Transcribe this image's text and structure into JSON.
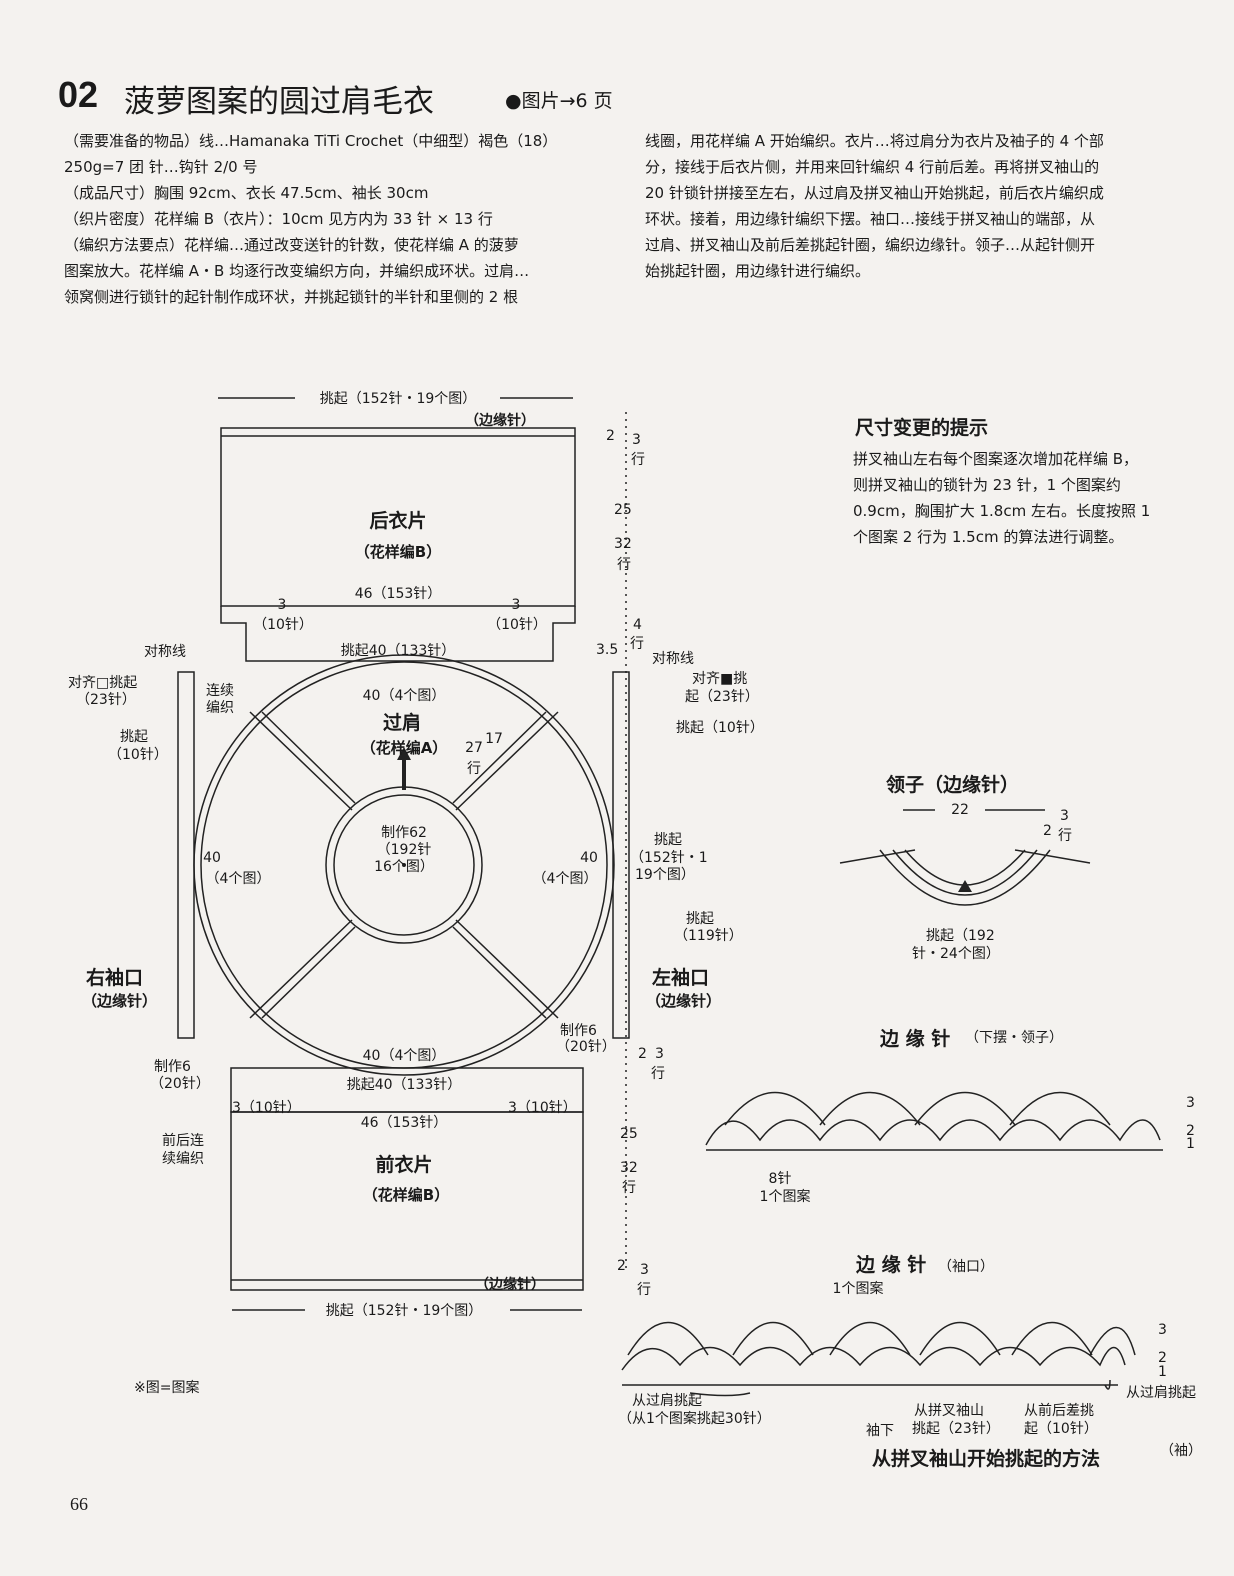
{
  "header": {
    "number": "02",
    "title": "菠萝图案的圆过肩毛衣",
    "ref": "●图片→6 页"
  },
  "intro": {
    "left": [
      "（需要准备的物品）线…Hamanaka TiTi Crochet（中细型）褐色（18）",
      "250g=7 团 针…钩针 2/0 号",
      "（成品尺寸）胸围 92cm、衣长 47.5cm、袖长 30cm",
      "（织片密度）花样编 B（衣片）：10cm 见方内为 33 针 × 13 行",
      "（编织方法要点）花样编…通过改变送针的针数，使花样编 A 的菠萝",
      "图案放大。花样编 A・B 均逐行改变编织方向，并编织成环状。过肩…",
      "领窝侧进行锁针的起针制作成环状，并挑起锁针的半针和里侧的 2 根"
    ],
    "right": [
      "线圈，用花样编 A 开始编织。衣片…将过肩分为衣片及袖子的 4 个部",
      "分，接线于后衣片侧，并用来回针编织 4 行前后差。再将拼叉袖山的",
      "20 针锁针拼接至左右，从过肩及拼叉袖山开始挑起，前后衣片编织成",
      "环状。接着，用边缘针编织下摆。袖口…接线于拼叉袖山的端部，从",
      "过肩、拼叉袖山及前后差挑起针圈，编织边缘针。领子…从起针侧开",
      "始挑起针圈，用边缘针进行编织。"
    ]
  },
  "diagram": {
    "top_pickup": "挑起（152针・19个图）",
    "back_edge": "（边缘针）",
    "back_title": "后衣片",
    "back_sub": "（花样编B）",
    "back_width": "46（153针）",
    "back_left_step": "3",
    "back_left_step_sts": "（10针）",
    "back_right_step": "3",
    "back_right_step_sts": "（10针）",
    "back_pickup": "挑起40（133针）",
    "yoke_top": "40（4个图）",
    "yoke_title": "过肩",
    "yoke_sub": "（花样编A）",
    "yoke_rows_num": "27",
    "yoke_rows_unit": "行",
    "yoke_depth": "17",
    "yoke_center_1": "制作62",
    "yoke_center_2": "（192针",
    "yoke_center_3": "16个图）",
    "yoke_left_1": "40",
    "yoke_left_2": "（4个图）",
    "yoke_right_1": "40",
    "yoke_right_2": "（4个图）",
    "yoke_bottom": "40（4个图）",
    "sym_left": "对称线",
    "align_left_1": "对齐□挑起",
    "align_left_2": "（23针）",
    "pick_left_1": "挑起",
    "pick_left_2": "（10针）",
    "cont_1": "连续",
    "cont_2": "编织",
    "right_cuff": "右袖口",
    "right_cuff_sub": "（边缘针）",
    "make6_left_1": "制作6",
    "make6_left_2": "（20针）",
    "sym_right": "对称线",
    "align_right_1": "对齐■挑",
    "align_right_2": "起（23针）",
    "pick_right": "挑起（10针）",
    "pick152_1": "挑起",
    "pick152_2": "（152针・1",
    "pick152_3": "19个图）",
    "pick119_1": "挑起",
    "pick119_2": "（119针）",
    "left_cuff": "左袖口",
    "left_cuff_sub": "（边缘针）",
    "make6_right_1": "制作6",
    "make6_right_2": "（20针）",
    "front_pickup": "挑起40（133针）",
    "front_left_step": "3（10针）",
    "front_right_step": "3（10针）",
    "front_width": "46（153针）",
    "front_cont_1": "前后连",
    "front_cont_2": "续编织",
    "front_title": "前衣片",
    "front_sub": "（花样编B）",
    "front_edge": "（边缘针）",
    "bottom_pickup": "挑起（152针・19个图）",
    "r_top_2": "2",
    "r_top_3": "3",
    "r_top_rows": "行",
    "r_25a": "25",
    "r_32a": "32",
    "r_32a_rows": "行",
    "r_4": "4",
    "r_4_rows": "行",
    "r_35": "3.5",
    "r_2b": "2",
    "r_3b": "3",
    "r_3b_rows": "行",
    "r_25b": "25",
    "r_32b": "32",
    "r_32b_rows": "行",
    "r_2c": "2",
    "r_3c": "3",
    "r_3c_rows": "行",
    "note": "※图=图案"
  },
  "tips": {
    "title": "尺寸变更的提示",
    "lines": [
      "拼叉袖山左右每个图案逐次增加花样编 B，",
      "则拼叉袖山的锁针为 23 针，1 个图案约",
      "0.9cm，胸围扩大 1.8cm 左右。长度按照 1",
      "个图案 2 行为 1.5cm 的算法进行调整。"
    ]
  },
  "collar": {
    "title": "领子（边缘针）",
    "width": "22",
    "rows_2": "2",
    "rows_3": "3",
    "rows_unit": "行",
    "pickup_1": "挑起（192",
    "pickup_2": "针・24个图）"
  },
  "edge1": {
    "title": "边 缘 针",
    "title_sub": "（下摆・领子）",
    "repeat_1": "8针",
    "repeat_2": "1个图案",
    "row3": "3",
    "row2": "2",
    "row1": "1"
  },
  "edge2": {
    "title": "边 缘 针",
    "title_sub": "（袖口）",
    "repeat": "1个图案",
    "row3": "3",
    "row2": "2",
    "row1": "1",
    "from_yoke_l1": "从过肩挑起",
    "from_yoke_l2": "（从1个图案挑起30针）",
    "underarm": "袖下",
    "gusset_1": "从拼叉袖山",
    "gusset_2": "挑起（23针）",
    "diff_1": "从前后差挑",
    "diff_2": "起（10针）",
    "from_yoke_r": "从过肩挑起",
    "caption": "从拼叉袖山开始挑起的方法",
    "caption_sub": "（袖）"
  },
  "page_number": "66"
}
